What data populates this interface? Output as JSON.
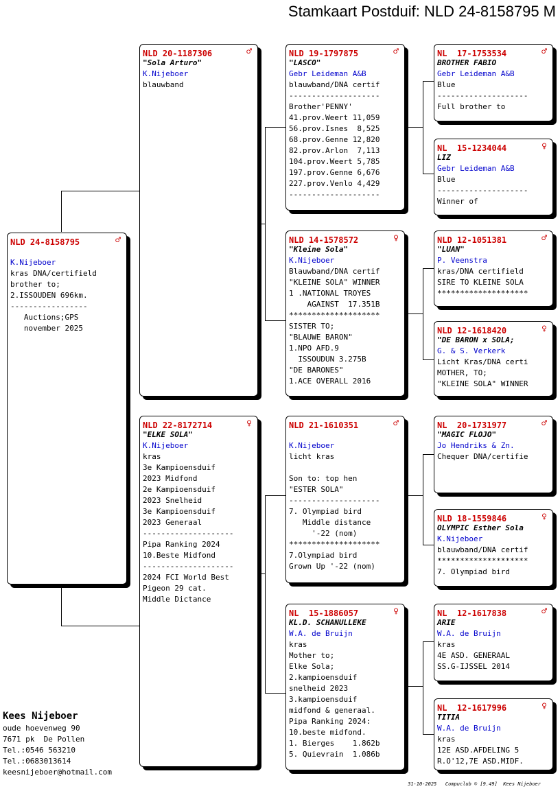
{
  "title": "Stamkaart Postduif: NLD 24-8158795 M",
  "pigeons": [
    {
      "ring": "NLD 24-8158795",
      "sex": "♂",
      "name": "",
      "owner": "K.Nijeboer",
      "lines": [
        "kras DNA/certifield",
        "brother to;",
        "2.ISSOUDEN 696km.",
        "-----------------",
        "   Auctions;GPS",
        "   november 2025"
      ]
    },
    {
      "ring": "NLD 20-1187306",
      "sex": "♂",
      "name": "\"Sola Arturo\"",
      "owner": "K.Nijeboer",
      "lines": [
        "blauwband"
      ]
    },
    {
      "ring": "NLD 22-8172714",
      "sex": "♀",
      "name": "\"ELKE SOLA\"",
      "owner": "K.Nijeboer",
      "lines": [
        "kras",
        "3e Kampioensduif",
        "2023 Midfond",
        "2e Kampioensduif",
        "2023 Snelheid",
        "3e Kampioensduif",
        "2023 Generaal",
        "--------------------",
        "Pipa Ranking 2024",
        "10.Beste Midfond",
        "--------------------",
        "2024 FCI World Best",
        "Pigeon 29 cat.",
        "Middle Dictance"
      ]
    },
    {
      "ring": "NLD 19-1797875",
      "sex": "♂",
      "name": "\"LASCO\"",
      "owner": "Gebr Leideman A&B",
      "lines": [
        "blauwband/DNA certif",
        "--------------------",
        "Brother'PENNY'",
        "41.prov.Weert 11,059",
        "56.prov.Isnes  8,525",
        "68.prov.Genne 12,820",
        "82.prov.Arlon  7,113",
        "104.prov.Weert 5,785",
        "197.prov.Genne 6,676",
        "227.prov.Venlo 4,429",
        "--------------------"
      ]
    },
    {
      "ring": "NLD 14-1578572",
      "sex": "♀",
      "name": "\"Kleine Sola\"",
      "owner": "K.Nijeboer",
      "lines": [
        "Blauwband/DNA certif",
        "\"KLEINE SOLA\" WINNER",
        "1 .NATIONAL TROYES",
        "    AGAINST  17.351B",
        "********************",
        "SISTER TO;",
        "\"BLAUWE BARON\"",
        "1.NPO AFD.9",
        "  ISSOUDUN 3.275B",
        "\"DE BARONES\"",
        "1.ACE OVERALL 2016"
      ]
    },
    {
      "ring": "NLD 21-1610351",
      "sex": "♂",
      "name": "",
      "owner": "K.Nijeboer",
      "lines": [
        "licht kras",
        "",
        "Son to: top hen",
        "\"ESTER SOLA\"",
        "--------------------",
        "7. Olympiad bird",
        "   Middle distance",
        "     '-22 (nom)",
        "********************",
        "7.Olympiad bird",
        "Grown Up '-22 (nom)"
      ]
    },
    {
      "ring": "NL  15-1886057",
      "sex": "♀",
      "name": "KL.D. SCHANULLEKE",
      "owner": "W.A. de Bruijn",
      "lines": [
        "kras",
        "Mother to;",
        "Elke Sola;",
        "2.kampioensduif",
        "snelheid 2023",
        "3.kampioensduif",
        "midfond & generaal.",
        "Pipa Ranking 2024:",
        "10.beste midfond.",
        "1. Bierges    1.862b",
        "5. Quievrain  1.086b"
      ]
    },
    {
      "ring": "NL  17-1753534",
      "sex": "♂",
      "name": "BROTHER FABIO",
      "owner": "Gebr Leideman A&B",
      "lines": [
        "Blue",
        "--------------------",
        "Full brother to"
      ]
    },
    {
      "ring": "NL  15-1234044",
      "sex": "♀",
      "name": "LIZ",
      "owner": "Gebr Leideman A&B",
      "lines": [
        "Blue",
        "--------------------",
        "Winner of"
      ]
    },
    {
      "ring": "NLD 12-1051381",
      "sex": "♂",
      "name": "\"LUAN\"",
      "owner": "P. Veenstra",
      "lines": [
        "kras/DNA certifield",
        "SIRE TO KLEINE SOLA",
        "********************"
      ]
    },
    {
      "ring": "NLD 12-1618420",
      "sex": "♀",
      "name": "\"DE BARON x SOLA;",
      "owner": "G. & S. Verkerk",
      "lines": [
        "Licht Kras/DNA certi",
        "MOTHER, TO;",
        "\"KLEINE SOLA\" WINNER"
      ]
    },
    {
      "ring": "NL  20-1731977",
      "sex": "♂",
      "name": "\"MAGIC FLOJO\"",
      "owner": "Jo Hendriks & Zn.",
      "lines": [
        "Chequer DNA/certifie"
      ]
    },
    {
      "ring": "NLD 18-1559846",
      "sex": "♀",
      "name": "OLYMPIC Esther Sola",
      "owner": "K.Nijeboer",
      "lines": [
        "blauwband/DNA certif",
        "********************",
        "7. Olympiad bird"
      ]
    },
    {
      "ring": "NL  12-1617838",
      "sex": "♂",
      "name": "ARIE",
      "owner": "W.A. de Bruijn",
      "lines": [
        "kras",
        "4E ASD. GENERAAL",
        "SS.G-IJSSEL 2014"
      ]
    },
    {
      "ring": "NL  12-1617996",
      "sex": "♀",
      "name": "TITIA",
      "owner": "W.A. de Bruijn",
      "lines": [
        "kras",
        "12E ASD.AFDELING 5",
        "R.O'12,7E ASD.MIDF."
      ]
    }
  ],
  "breeder": {
    "name": "Kees Nijeboer",
    "address": "oude hoevenweg 90",
    "city": "7671 pk  De Pollen",
    "tel1": "Tel.:0546 563210",
    "tel2": "Tel.:0683013614",
    "email": "keesnijeboer@hotmail.com"
  },
  "footer": "31-10-2025   Compuclub © [9.49]  Kees Nijeboer"
}
